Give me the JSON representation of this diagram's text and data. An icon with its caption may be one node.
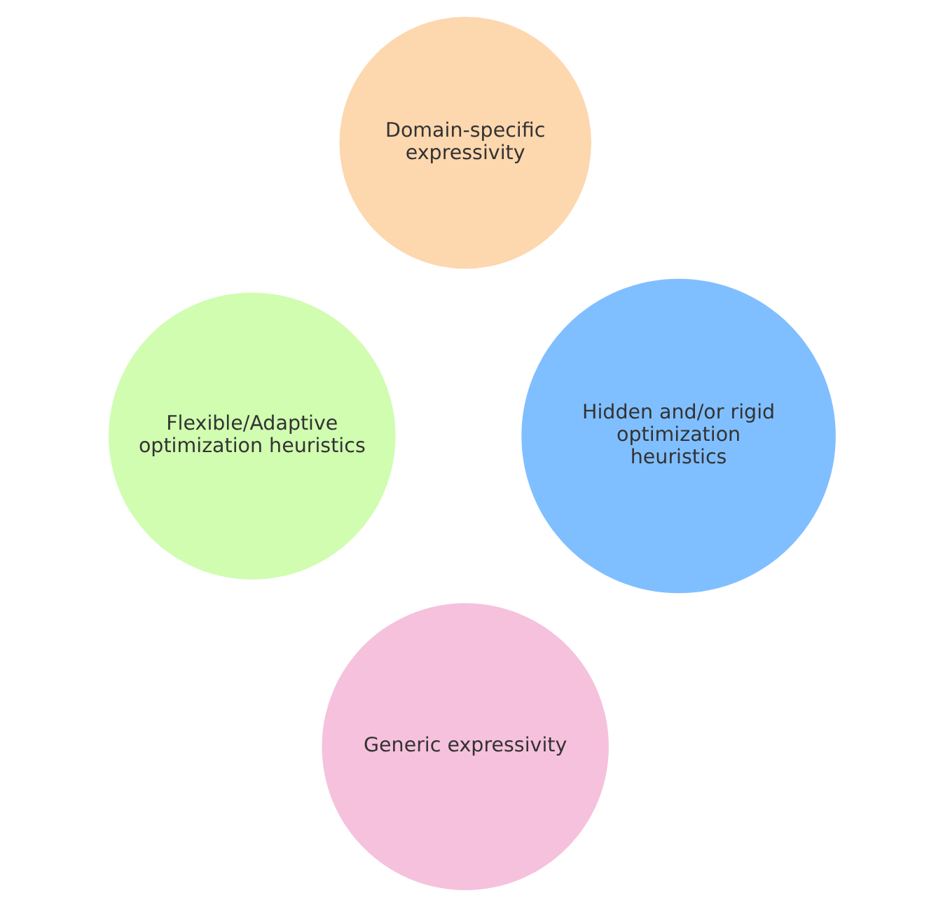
{
  "diagram": {
    "nodes": [
      {
        "text": [
          "Domain-specific expressivity"
        ]
      },
      {
        "text": [
          "Flexible/Adaptive optimization heuristics"
        ]
      },
      {
        "text": [
          "Hidden and/or rigid optimization heuristics"
        ]
      },
      {
        "text": [
          "Generic expressivity"
        ]
      }
    ]
  }
}
